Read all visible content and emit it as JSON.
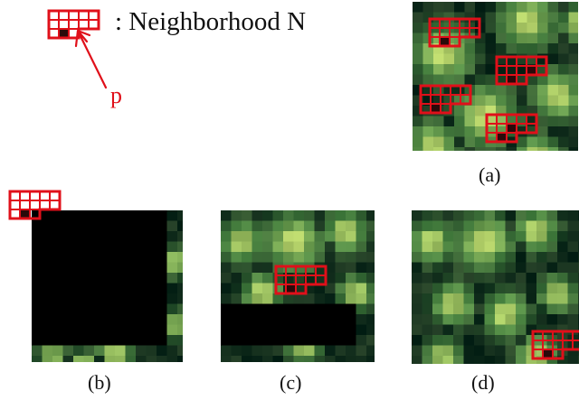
{
  "legend": {
    "text": ": Neighborhood N",
    "pointer_label": "p"
  },
  "panels": [
    {
      "id": "a",
      "caption": "(a)",
      "content": "texture-with-four-neighborhoods"
    },
    {
      "id": "b",
      "caption": "(b)",
      "content": "mostly-black-region-with-neighborhood-at-top-left"
    },
    {
      "id": "c",
      "caption": "(c)",
      "content": "partially-filled-texture-with-neighborhood"
    },
    {
      "id": "d",
      "caption": "(d)",
      "content": "completed-texture-with-neighborhood-at-bottom-right"
    }
  ],
  "colors": {
    "neighborhood": "#e0101a",
    "texture_dark": "#15301e",
    "texture_light": "#e4f27a",
    "hole": "#000000"
  }
}
